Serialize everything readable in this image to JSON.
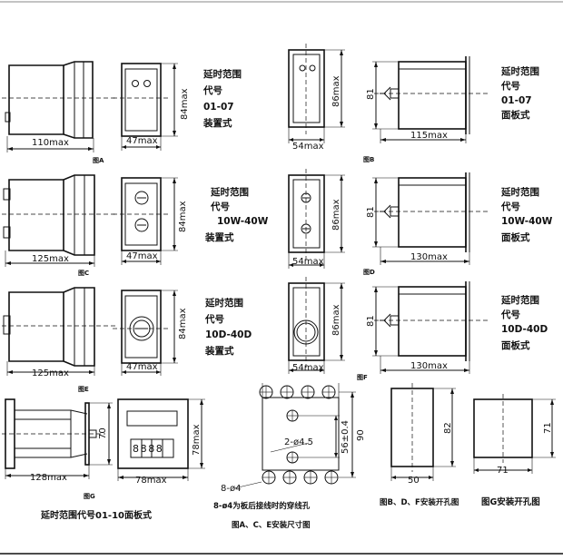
{
  "row1": {
    "side_width": "110max",
    "front_width": "47max",
    "front_height": "84max",
    "caption_left": "图A",
    "panel_width": "54max",
    "panel_height": "86max",
    "side2_height": "81",
    "side2_width": "115max",
    "caption_right": "图B",
    "spec_left": [
      "延时范围",
      "代号",
      "01-07",
      "装置式"
    ],
    "spec_right": [
      "延时范围",
      "代号",
      "01-07",
      "面板式"
    ]
  },
  "row2": {
    "side_width": "125max",
    "front_width": "47max",
    "front_height": "84max",
    "caption_left": "图C",
    "panel_width": "54max",
    "panel_height": "86max",
    "side2_height": "81",
    "side2_width": "130max",
    "caption_right": "图D",
    "spec_left": [
      "延时范围",
      "代号",
      "10W-40W",
      "装置式"
    ],
    "spec_right": [
      "延时范围",
      "代号",
      "10W-40W",
      "面板式"
    ]
  },
  "row3": {
    "side_width": "125max",
    "front_width": "47max",
    "front_height": "84max",
    "caption_left": "图E",
    "panel_width": "54max",
    "panel_height": "86max",
    "side2_height": "81",
    "side2_width": "130max",
    "caption_right": "图F",
    "spec_left": [
      "延时范围",
      "代号",
      "10D-40D",
      "装置式"
    ],
    "spec_right": [
      "延时范围",
      "代号",
      "10D-40D",
      "面板式"
    ]
  },
  "row4": {
    "g_side_width": "128max",
    "g_side_height": "70",
    "g_front_width": "78max",
    "g_front_height": "78max",
    "g_digits": "8888",
    "caption_g": "图G",
    "g_title": "延时范围代号01-10面板式",
    "hole_label_4": "8-ø4",
    "hole_label_45": "2-ø4.5",
    "hole_dim_56": "56±0.4",
    "hole_dim_90": "90",
    "hole_note": "8-ø4为板后接线时的穿线孔",
    "hole_caption": "图A、C、E安装尺寸图",
    "cut_bdf_w": "50",
    "cut_bdf_h": "82",
    "cut_bdf_caption": "图B、D、F安装开孔图",
    "cut_g_w": "71",
    "cut_g_h": "71",
    "cut_g_caption": "图G安装开孔图"
  }
}
